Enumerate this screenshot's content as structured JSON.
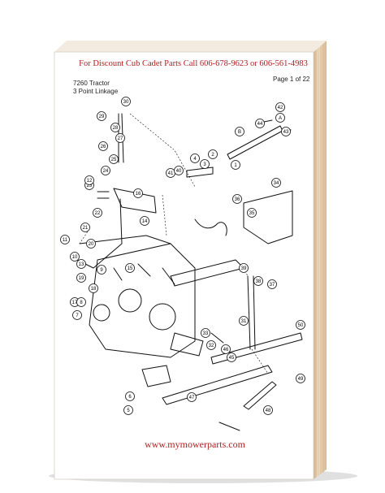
{
  "document": {
    "header_text": "For  Discount Cub Cadet Parts Call 606-678-9623 or 606-561-4983",
    "page_label": "Page 1 of 22",
    "model": "7260 Tractor",
    "section": "3 Point Linkage",
    "footer_url": "www.mymowerparts.com"
  },
  "callouts": [
    "30",
    "29",
    "28",
    "27",
    "26",
    "25",
    "24",
    "23",
    "22",
    "21",
    "20",
    "19",
    "18",
    "17",
    "16",
    "15",
    "14",
    "13",
    "12",
    "11",
    "10",
    "9",
    "8",
    "7",
    "6",
    "5",
    "4",
    "3",
    "2",
    "1",
    "A",
    "B",
    "44",
    "43",
    "42",
    "41",
    "40",
    "39",
    "38",
    "37",
    "36",
    "35",
    "34",
    "33",
    "32",
    "31",
    "46",
    "45",
    "50",
    "49",
    "48",
    "47"
  ],
  "colors": {
    "header": "#b02020",
    "spine": "#e2c7a6",
    "page": "#ffffff"
  }
}
